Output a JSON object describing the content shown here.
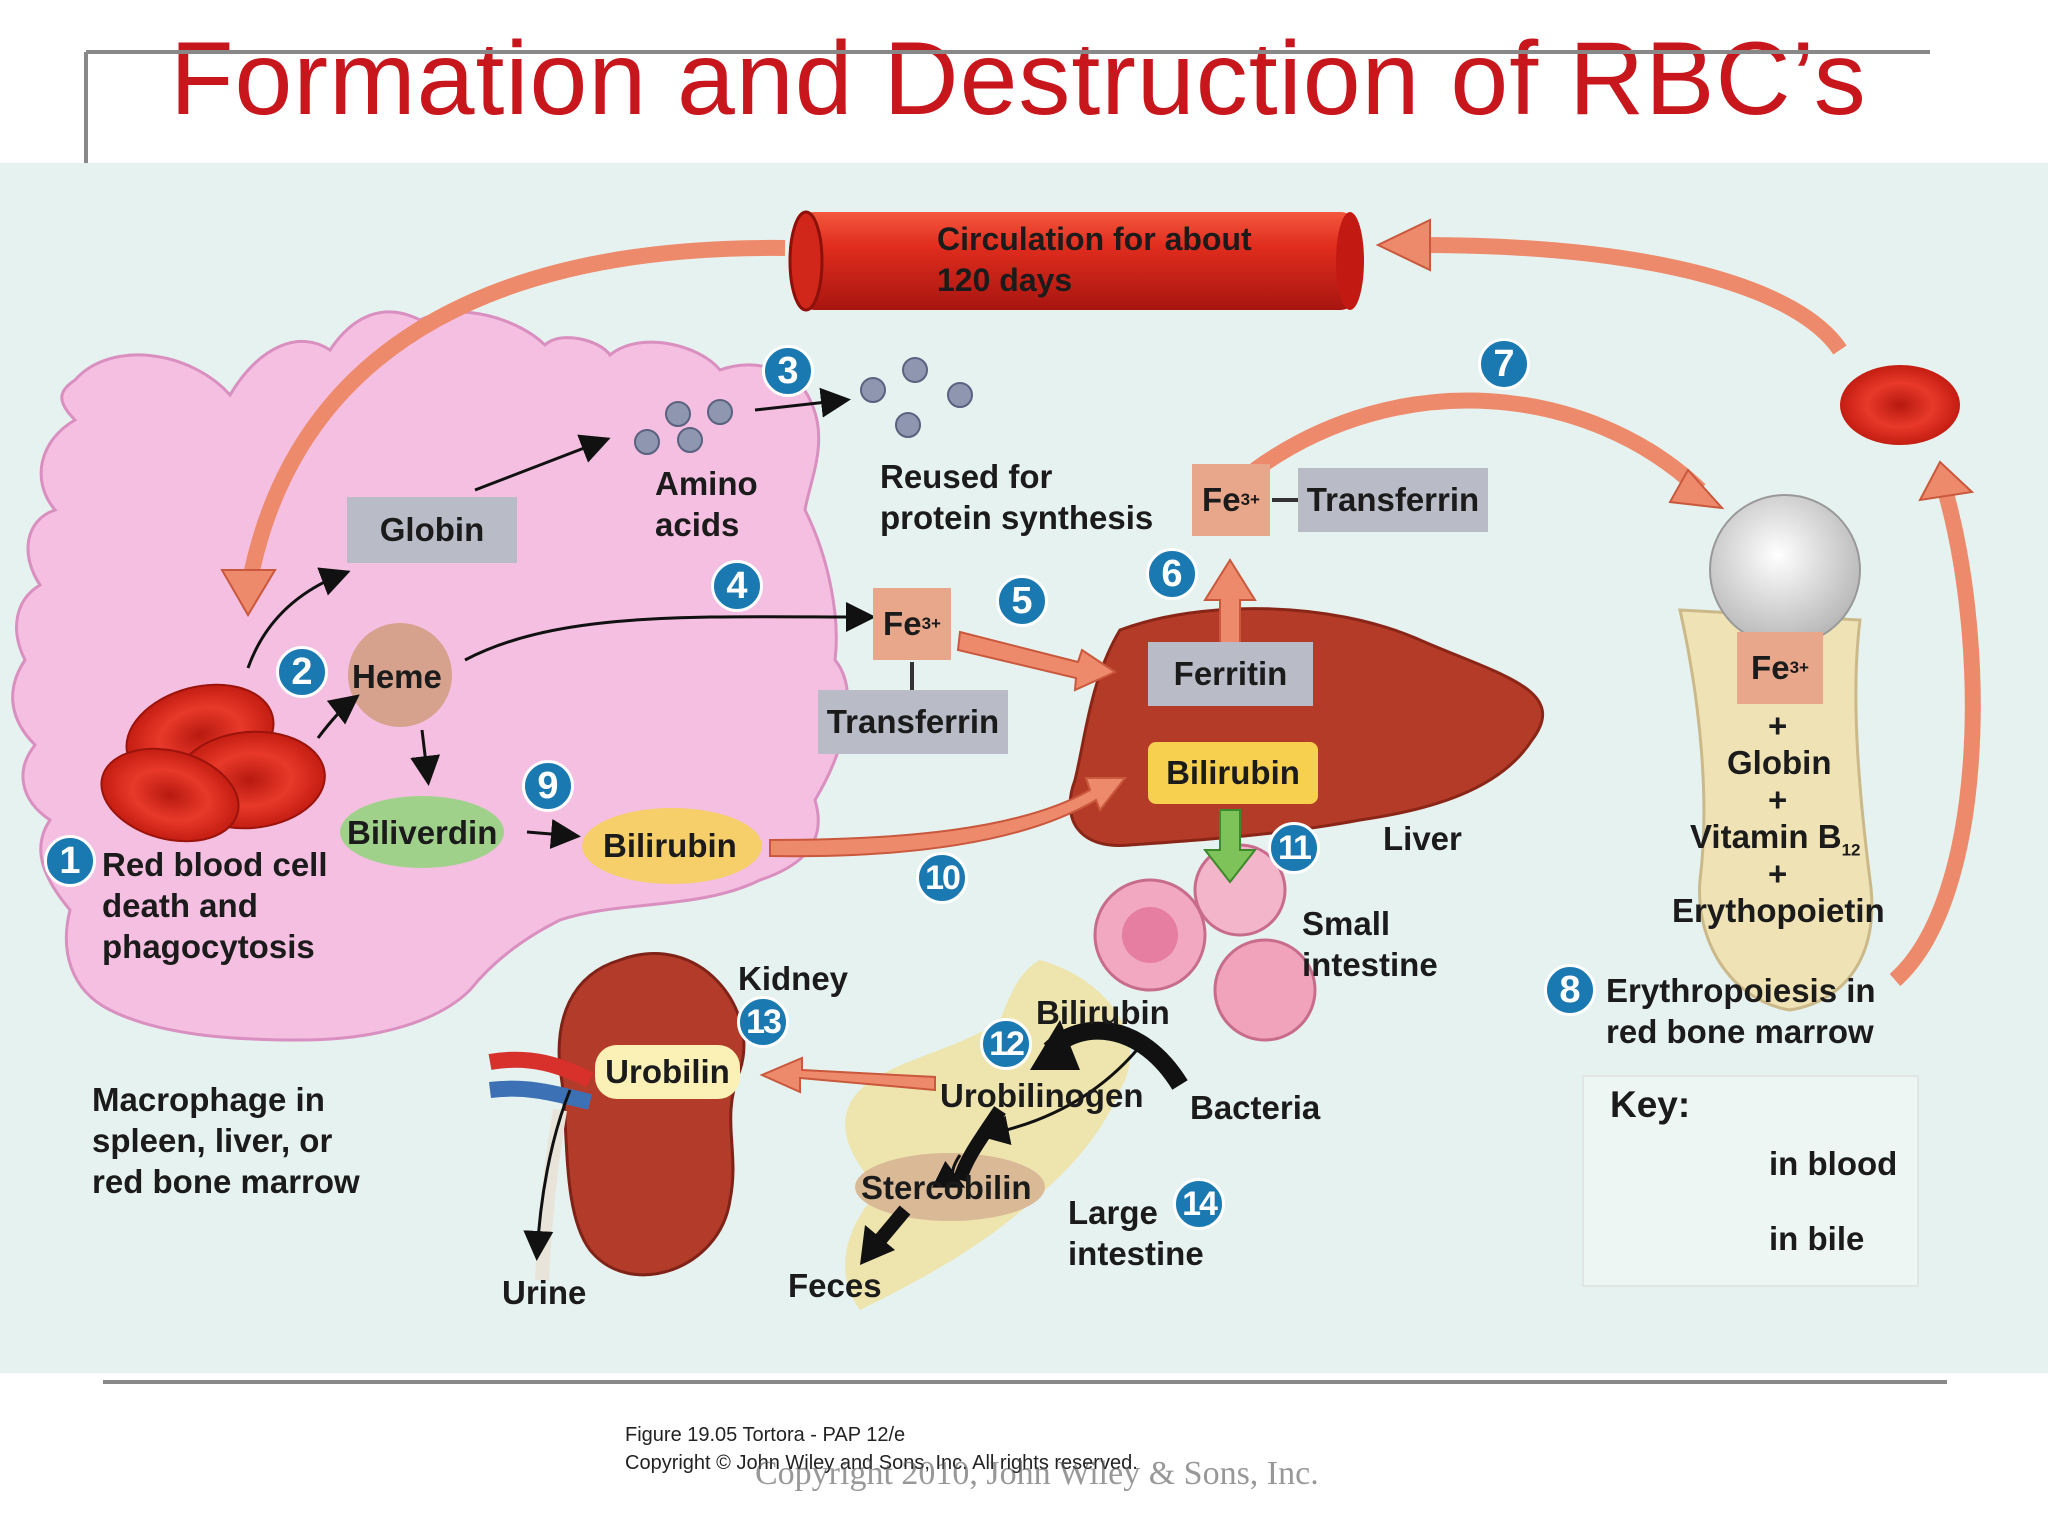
{
  "title": "Formation and Destruction of RBC’s",
  "labels": {
    "circulation": [
      "Circulation for about",
      "120 days"
    ],
    "globin": "Globin",
    "amino_acids": [
      "Amino",
      "acids"
    ],
    "reused": [
      "Reused for",
      "protein synthesis"
    ],
    "fe": "Fe",
    "fe_sup": "3+",
    "transferrin": "Transferrin",
    "heme": "Heme",
    "ferritin": "Ferritin",
    "bilirubin": "Bilirubin",
    "biliverdin": "Biliverdin",
    "liver": "Liver",
    "small_intestine": [
      "Small",
      "intestine"
    ],
    "rbc_death": [
      "Red blood cell",
      "death and",
      "phagocytosis"
    ],
    "kidney": "Kidney",
    "urobilin": "Urobilin",
    "urobilinogen": "Urobilinogen",
    "bacteria": "Bacteria",
    "stercobilin": "Stercobilin",
    "large_intestine": [
      "Large",
      "intestine"
    ],
    "macrophage": [
      "Macrophage in",
      "spleen, liver, or",
      "red bone marrow"
    ],
    "urine": "Urine",
    "feces": "Feces",
    "marrow_plus": "+",
    "marrow_globin": "Globin",
    "vitamin": "Vitamin B",
    "vitamin_sub": "12",
    "erythropoietin": "Erythopoietin",
    "erythropoiesis": [
      "Erythropoiesis in",
      "red bone marrow"
    ]
  },
  "steps": [
    "1",
    "2",
    "3",
    "4",
    "5",
    "6",
    "7",
    "8",
    "9",
    "10",
    "11",
    "12",
    "13",
    "14"
  ],
  "key": {
    "title": "Key:",
    "blood": "in blood",
    "bile": "in bile"
  },
  "caption": [
    "Figure 19.05  Tortora - PAP 12/e",
    "Copyright © John Wiley and Sons, Inc. All rights reserved."
  ],
  "copyright": "Copyright 2010, John Wiley & Sons, Inc.",
  "colors": {
    "title": "#c8161d",
    "badge": "#1b79b2",
    "blood_arrow": "#ee8a6c",
    "bile_arrow": "#7dc35a",
    "macrophage": "#f4bfe0"
  }
}
